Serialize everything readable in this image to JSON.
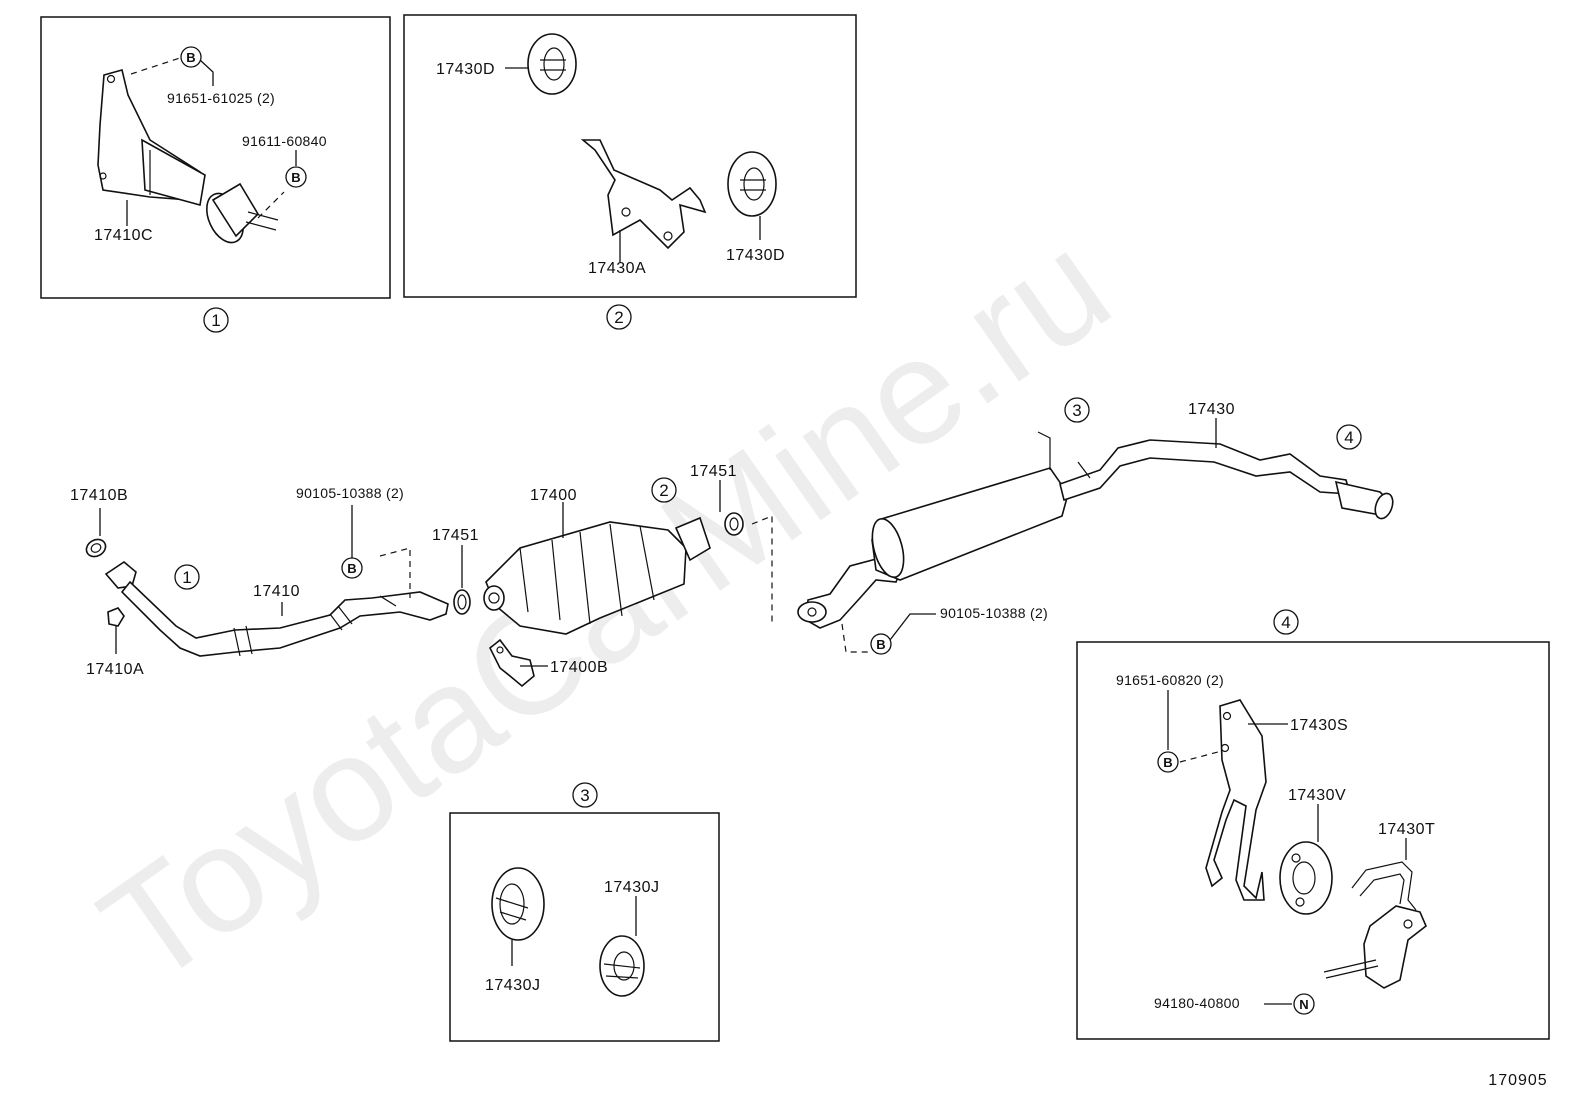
{
  "watermark": "ToyotaCarMine.ru",
  "diagram_id": "170905",
  "detail_markers": {
    "d1": "1",
    "d2": "2",
    "d3": "3",
    "d4": "4"
  },
  "bolt_symbol": "B",
  "nut_symbol": "N",
  "detail_1": {
    "bolt_a": "91651-61025 (2)",
    "bolt_b": "91611-60840",
    "bracket": "17410C"
  },
  "detail_2": {
    "hanger_top": "17430D",
    "bracket": "17430A",
    "hanger_right": "17430D"
  },
  "detail_3": {
    "hanger_left": "17430J",
    "hanger_right": "17430J"
  },
  "detail_4": {
    "bolt": "91651-60820 (2)",
    "bracket": "17430S",
    "hanger": "17430V",
    "bracket_t": "17430T",
    "nut": "94180-40800"
  },
  "main": {
    "gasket_front": "17410B",
    "nut_front": "17410A",
    "front_pipe": "17410",
    "bolt_front": "90105-10388 (2)",
    "gasket_mid": "17451",
    "converter": "17400",
    "converter_bracket": "17400B",
    "gasket_rear": "17451",
    "bolt_rear": "90105-10388 (2)",
    "tail_pipe": "17430"
  }
}
